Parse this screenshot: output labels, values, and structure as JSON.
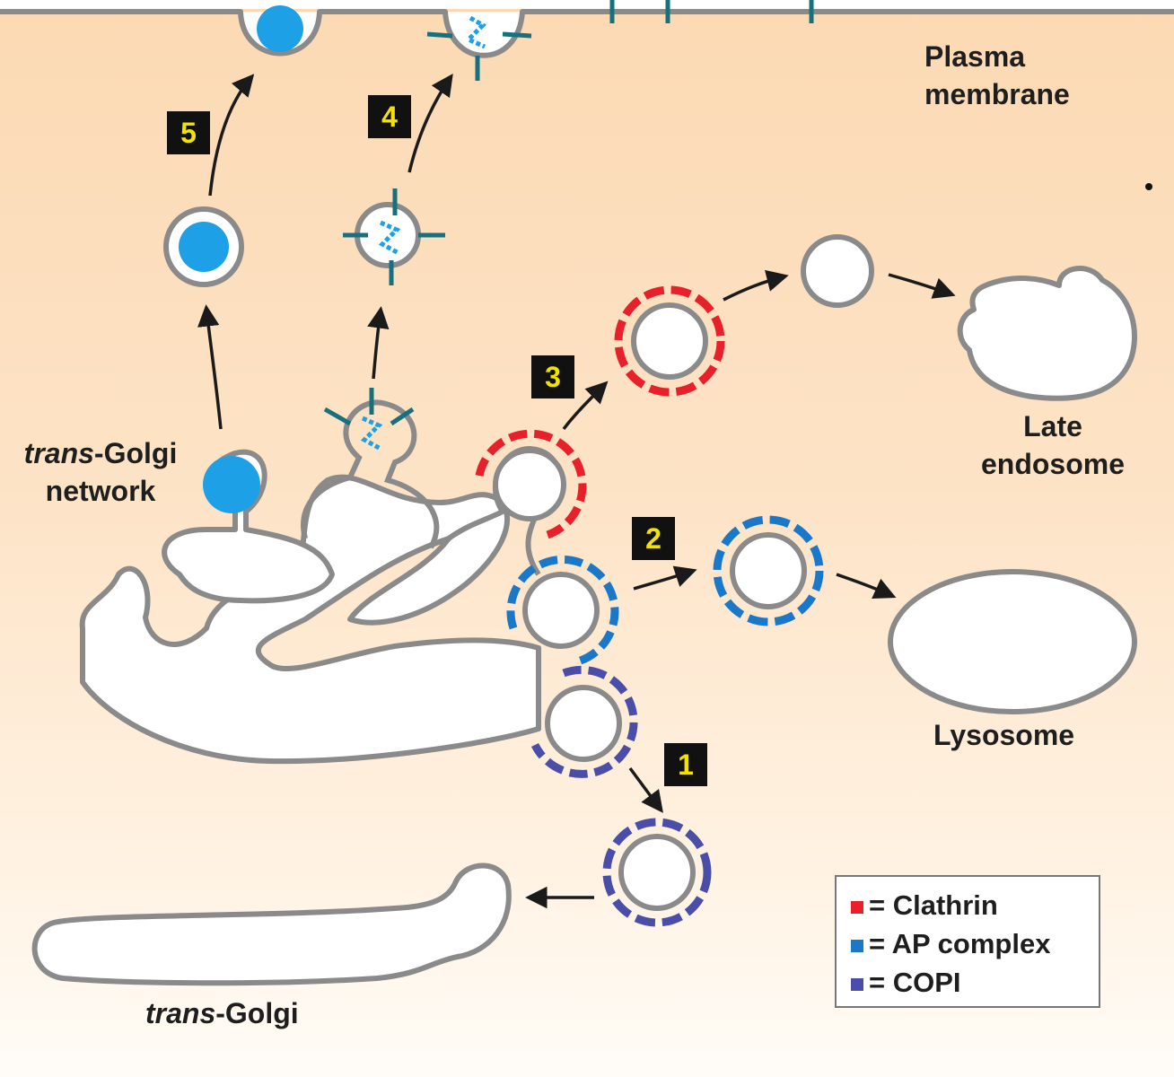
{
  "labels": {
    "plasma_membrane_line1": "Plasma",
    "plasma_membrane_line2": "membrane",
    "tgn_italic": "trans",
    "tgn_rest": "-Golgi",
    "tgn_line2": "network",
    "late_endosome_line1": "Late",
    "late_endosome_line2": "endosome",
    "lysosome": "Lysosome",
    "trans_golgi_italic": "trans",
    "trans_golgi_rest": "-Golgi"
  },
  "steps": [
    "1",
    "2",
    "3",
    "4",
    "5"
  ],
  "legend": [
    {
      "label": "= Clathrin",
      "color": "#e8202a"
    },
    {
      "label": "= AP complex",
      "color": "#1b78c8"
    },
    {
      "label": "= COPI",
      "color": "#4a4ea8"
    }
  ],
  "colors": {
    "membrane_outline": "#8a8a8a",
    "cargo_blue": "#1ea0e6",
    "receptor_teal": "#16707e",
    "clathrin": "#e8202a",
    "ap_complex": "#1b78c8",
    "copi": "#4a4ea8"
  }
}
